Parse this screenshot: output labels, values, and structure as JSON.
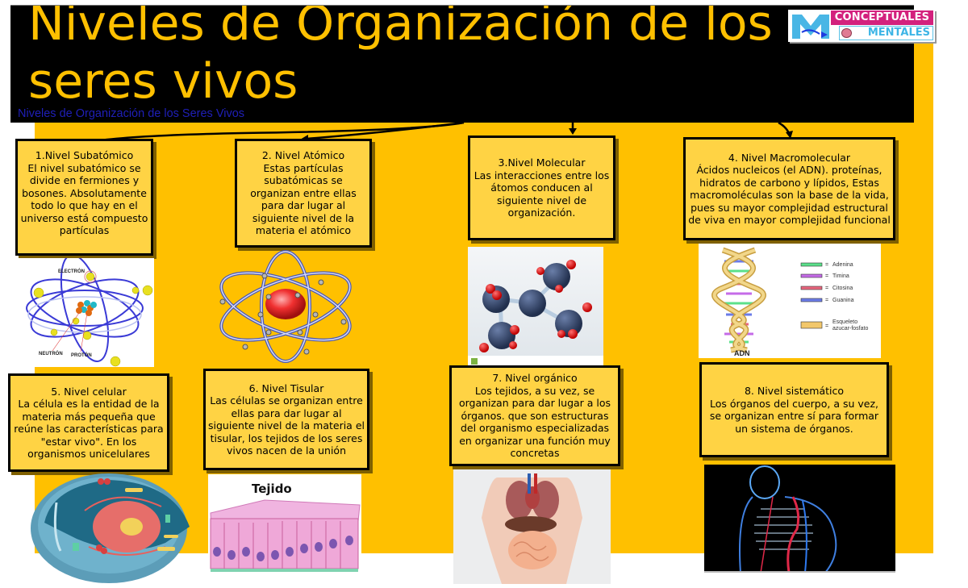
{
  "header": {
    "title": "Niveles de Organización de los seres vivos",
    "subtitle": "Niveles de Organización de los Seres Vivos"
  },
  "logo": {
    "line1": "CONCEPTUALES",
    "line2": "MENTALES",
    "icon": "brain-icon",
    "colors": {
      "magenta": "#D3217D",
      "cyan": "#3DB5E6",
      "blue_arrow": "#1E3BE0"
    }
  },
  "theme": {
    "background": "#FFC000",
    "box_fill": "#FFD344",
    "banner": "#000000",
    "title_color": "#FFC000",
    "subtitle_color": "#1F1FB8"
  },
  "levels": [
    {
      "heading": "1.Nivel Subatómico",
      "text": "El nivel subatómico se divide en fermiones y bosones. Absolutamente todo lo que hay en el universo está compuesto partículas",
      "image": {
        "name": "atom-electron-diagram",
        "labels": [
          "ELECTRÓN",
          "NEUTRÓN",
          "PROTÓN"
        ]
      }
    },
    {
      "heading": "2. Nivel Atómico",
      "text": "Estas partículas subatómicas se organizan entre ellas para dar lugar al siguiente nivel de la materia el atómico",
      "image": {
        "name": "atom-orbit-illustration"
      }
    },
    {
      "heading": "3.Nivel Molecular",
      "text": "Las interacciones entre los átomos conducen al siguiente nivel de organización.",
      "image": {
        "name": "molecule-model"
      }
    },
    {
      "heading": "4. Nivel Macromolecular",
      "text": "Ácidos nucleicos (el ADN). proteínas, hidratos de carbono y lípidos, Estas macromoléculas son la base de la vida, pues su mayor complejidad estructural de viva en mayor complejidad funcional",
      "image": {
        "name": "dna-diagram",
        "caption": "ADN",
        "legend": [
          {
            "label": "Adenina",
            "color": "#5BE08A"
          },
          {
            "label": "Timina",
            "color": "#C56BE8"
          },
          {
            "label": "Citosina",
            "color": "#E8667E"
          },
          {
            "label": "Guanina",
            "color": "#6B7CE8"
          },
          {
            "label": "Esqueleto azucar-fosfato",
            "color": "#F2C76B"
          }
        ]
      }
    },
    {
      "heading": "5. Nivel celular",
      "text": "La célula es la entidad de la materia más pequeña que reúne las características para \"estar vivo\". En los organismos unicelulares",
      "image": {
        "name": "animal-cell-illustration"
      }
    },
    {
      "heading": "6. Nivel Tisular",
      "text": "Las células se organizan entre ellas para dar lugar al siguiente nivel de la materia el tisular, los tejidos de los seres vivos nacen de la unión",
      "image": {
        "name": "tissue-illustration",
        "caption": "Tejido"
      }
    },
    {
      "heading": "7. Nivel orgánico",
      "text": "Los tejidos, a su vez, se organizan para dar lugar a los órganos. que son estructuras del organismo especializadas en organizar una función muy concretas",
      "image": {
        "name": "human-organs-model"
      }
    },
    {
      "heading": "8. Nivel sistemático",
      "text": "Los órganos del cuerpo, a su vez, se organizan entre sí para formar un sistema de órganos.",
      "image": {
        "name": "human-systems-xray"
      }
    }
  ]
}
